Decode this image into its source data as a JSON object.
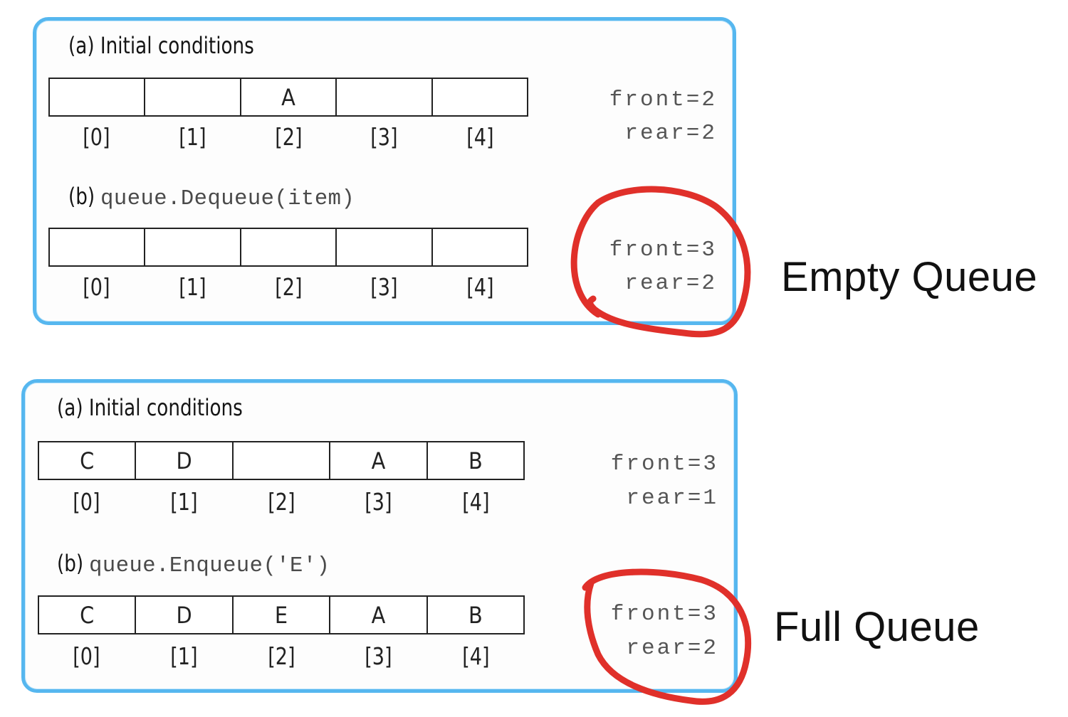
{
  "empty_example": {
    "initial": {
      "caption_letter": "(a)",
      "caption": "Initial conditions",
      "cells": [
        "",
        "",
        "A",
        "",
        ""
      ],
      "indices": [
        "[0]",
        "[1]",
        "[2]",
        "[3]",
        "[4]"
      ],
      "front": "front=2",
      "rear": "rear=2"
    },
    "operation": {
      "caption_letter": "(b)",
      "code": "queue.Dequeue(item)",
      "cells": [
        "",
        "",
        "",
        "",
        ""
      ],
      "indices": [
        "[0]",
        "[1]",
        "[2]",
        "[3]",
        "[4]"
      ],
      "front": "front=3",
      "rear": "rear=2"
    },
    "label": "Empty Queue"
  },
  "full_example": {
    "initial": {
      "caption_letter": "(a)",
      "caption": "Initial conditions",
      "cells": [
        "C",
        "D",
        "",
        "A",
        "B"
      ],
      "indices": [
        "[0]",
        "[1]",
        "[2]",
        "[3]",
        "[4]"
      ],
      "front": "front=3",
      "rear": "rear=1"
    },
    "operation": {
      "caption_letter": "(b)",
      "code": "queue.Enqueue('E')",
      "cells": [
        "C",
        "D",
        "E",
        "A",
        "B"
      ],
      "indices": [
        "[0]",
        "[1]",
        "[2]",
        "[3]",
        "[4]"
      ],
      "front": "front=3",
      "rear": "rear=2"
    },
    "label": "Full Queue"
  },
  "colors": {
    "panel_border": "#56b7ef",
    "annotation_circle": "#e0302a"
  }
}
